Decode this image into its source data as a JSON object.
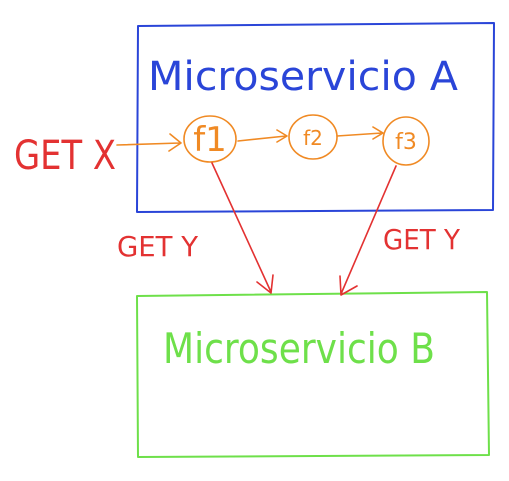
{
  "colors": {
    "service_a": "#2a45d8",
    "service_b": "#6ee04a",
    "request": "#e33232",
    "function": "#f08a24",
    "background": "#ffffff"
  },
  "service_a": {
    "label": "Microservicio A"
  },
  "service_b": {
    "label": "Microservicio B"
  },
  "incoming_request": {
    "label": "GET X"
  },
  "functions": [
    {
      "label": "f1"
    },
    {
      "label": "f2"
    },
    {
      "label": "f3"
    }
  ],
  "outgoing_requests": [
    {
      "label": "GET Y"
    },
    {
      "label": "GET Y"
    }
  ]
}
